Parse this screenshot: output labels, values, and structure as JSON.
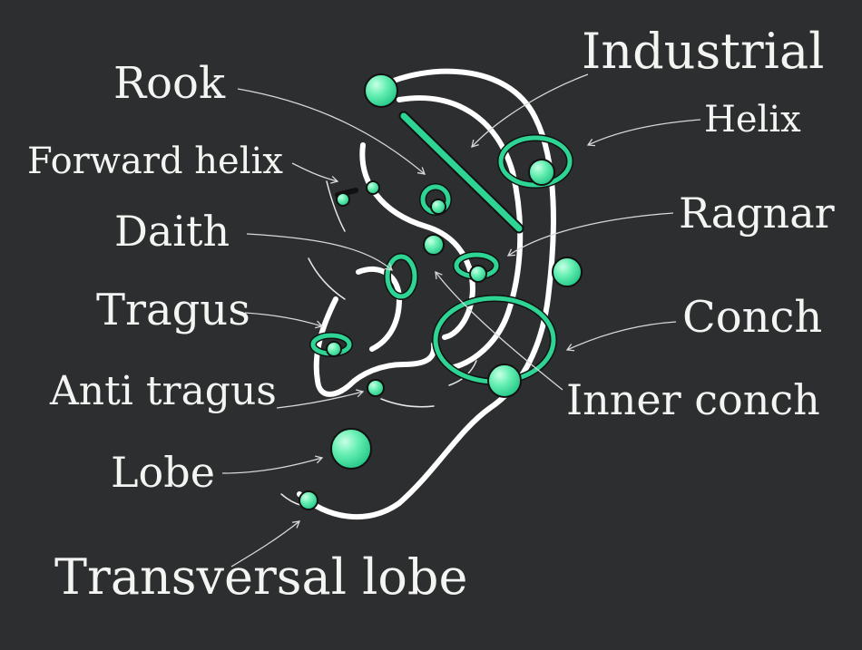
{
  "colors": {
    "background": "#2d2e30",
    "jewelry": "#2dd494",
    "bead_fill": "#69f0b4",
    "ear_outline": "#ffffff",
    "label_text": "#f4f4f2"
  },
  "labels": {
    "industrial": "Industrial",
    "rook": "Rook",
    "helix": "Helix",
    "forward_helix": "Forward helix",
    "daith": "Daith",
    "ragnar": "Ragnar",
    "tragus": "Tragus",
    "conch": "Conch",
    "anti_tragus": "Anti tragus",
    "inner_conch": "Inner conch",
    "lobe": "Lobe",
    "transversal_lobe": "Transversal lobe"
  }
}
